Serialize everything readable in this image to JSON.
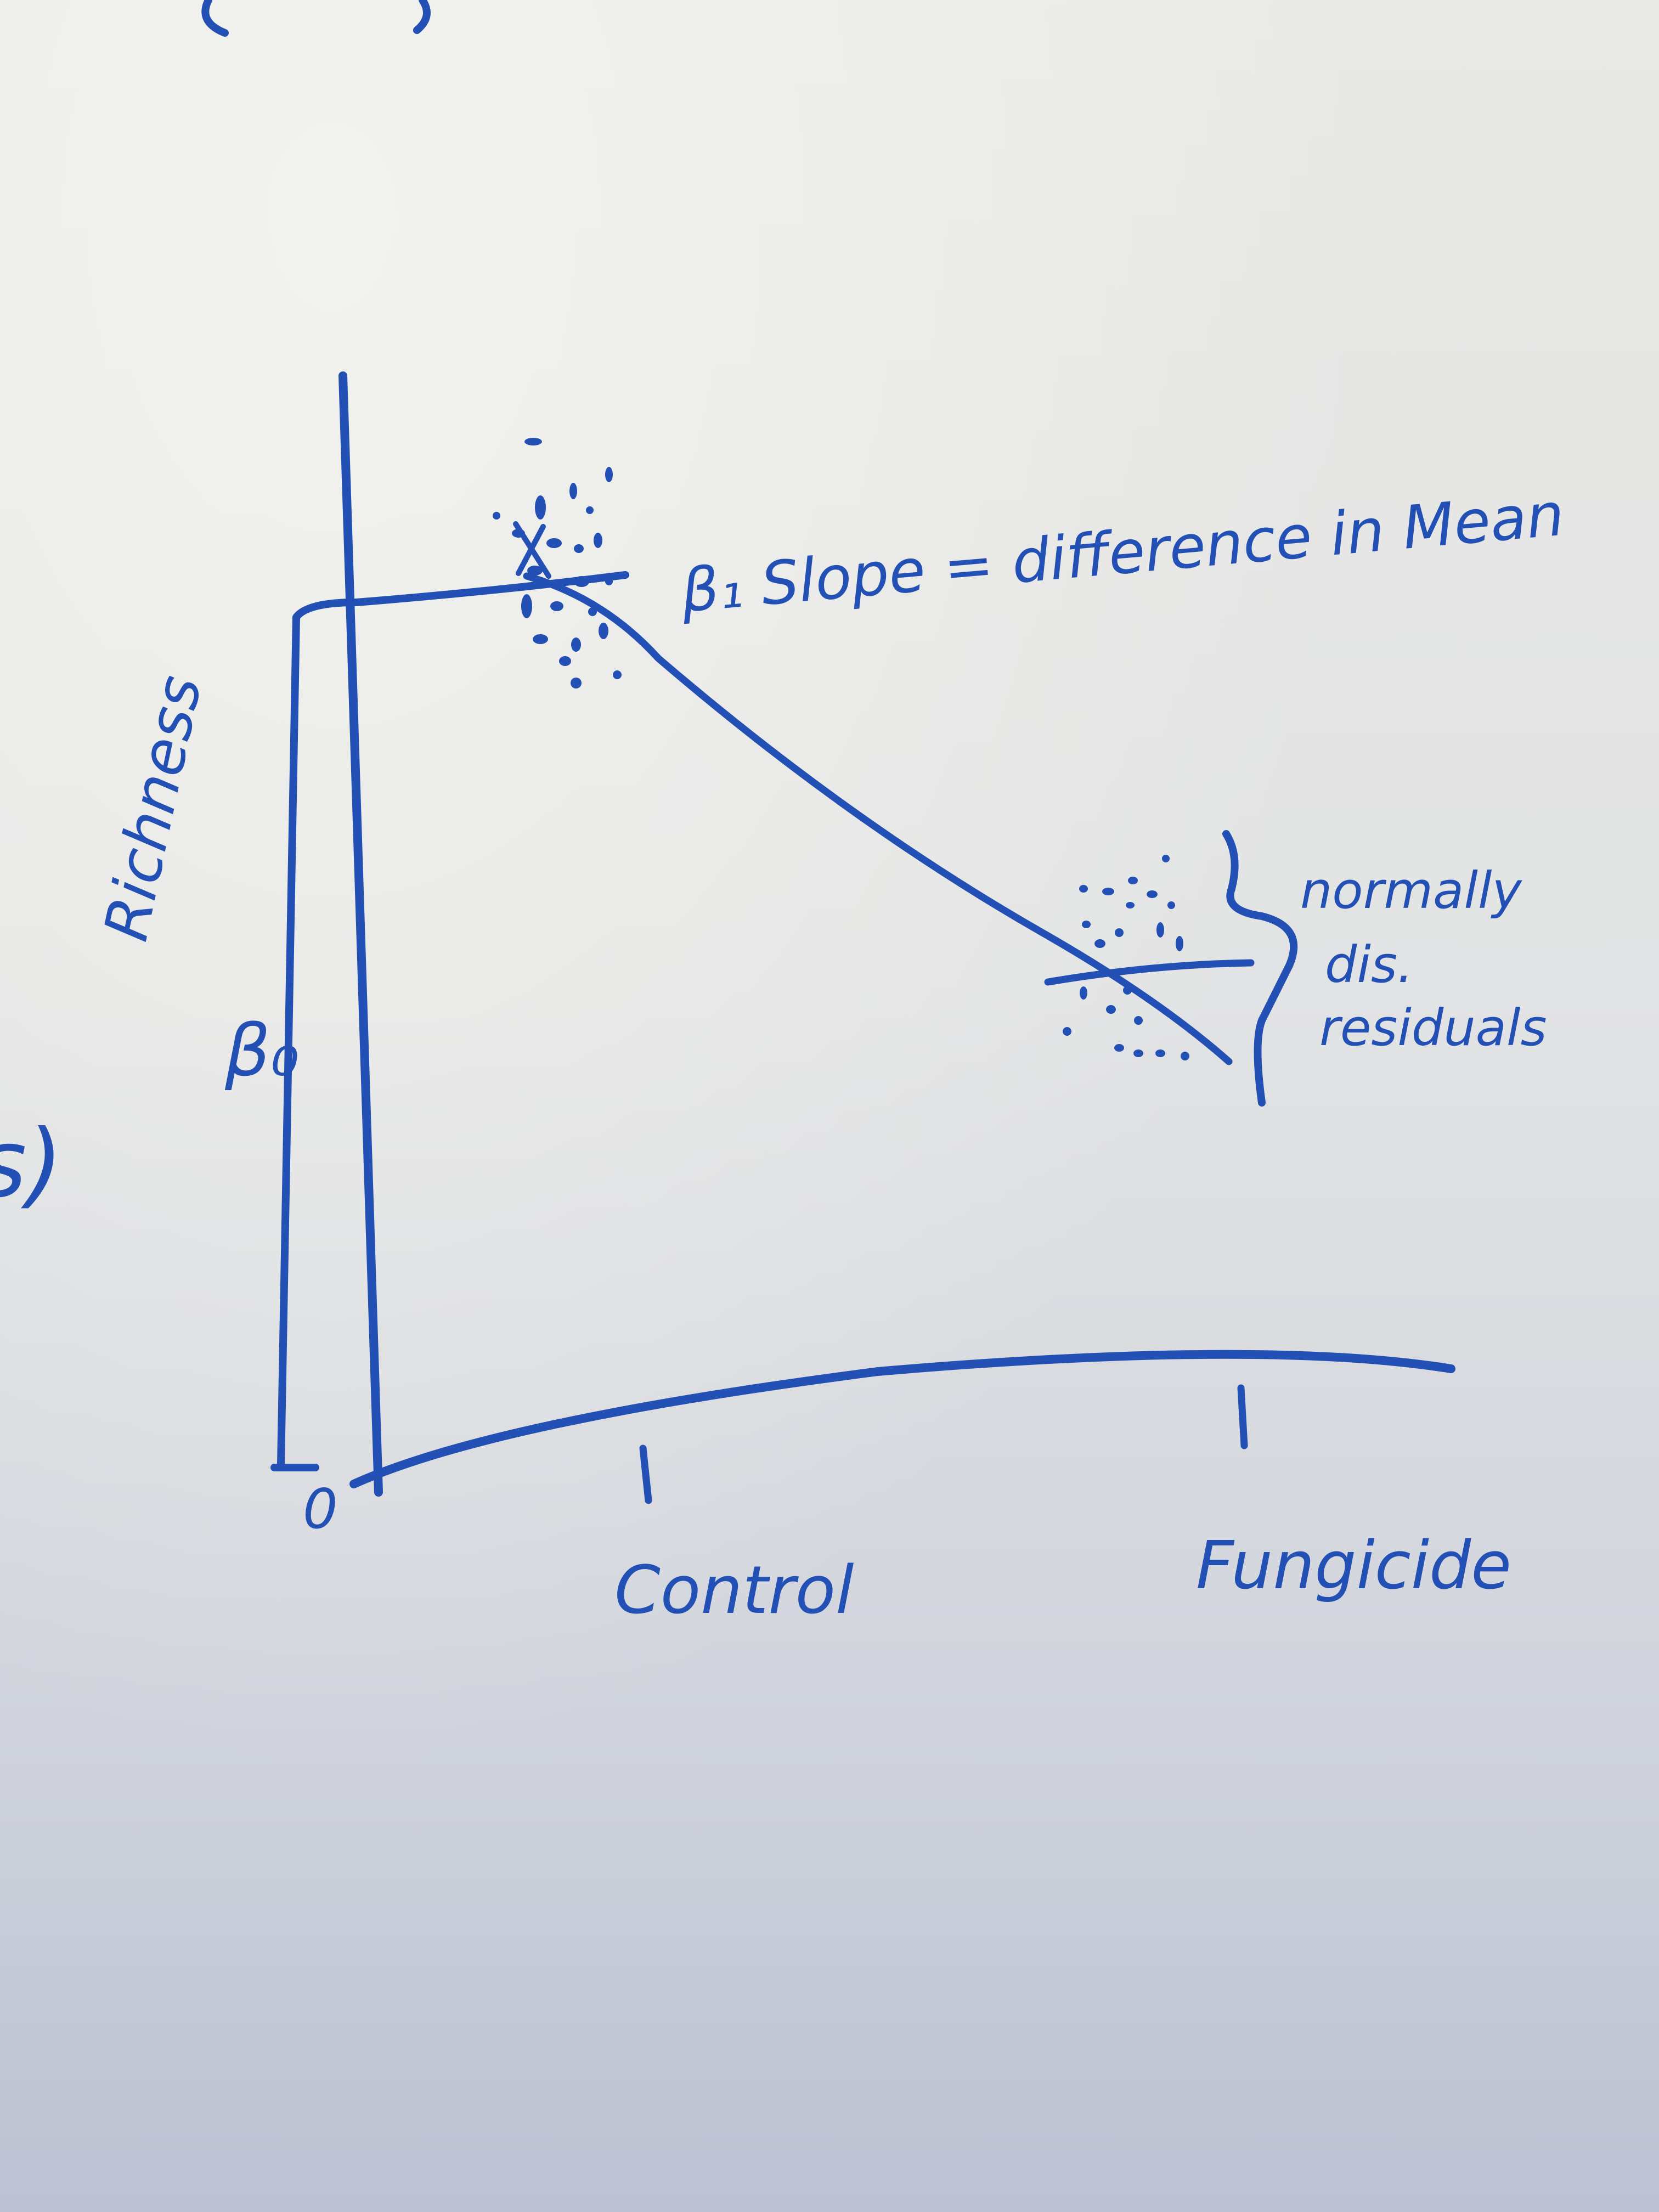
{
  "diagram": {
    "y_axis_label": "Richness",
    "x_origin_label": "0",
    "x_ticks": [
      "Control",
      "Fungicide"
    ],
    "tick_marks": [
      "1",
      "1"
    ],
    "beta0_label": "β₀",
    "slope_annotation": "β₁ Slope = difference in Mean",
    "residual_annotation": [
      "normally",
      "dis.",
      "residuals"
    ],
    "edge_fragment": "s)"
  },
  "colors": {
    "ink": "#2350b5",
    "board_top": "#e9e9e6",
    "board_bottom": "#bcc2d2"
  }
}
